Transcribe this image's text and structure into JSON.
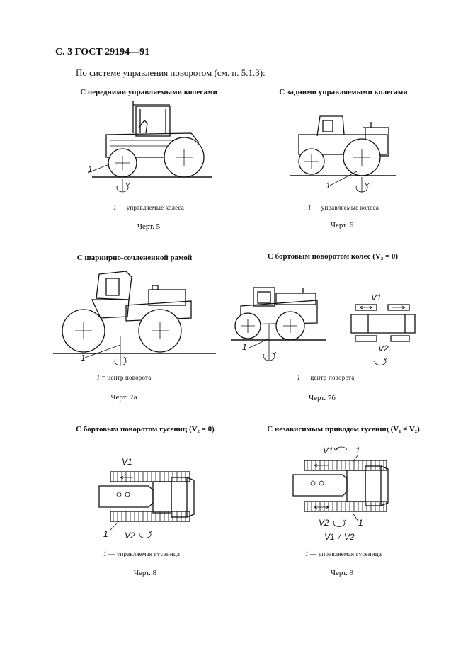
{
  "header": "С. 3 ГОСТ 29194—91",
  "intro": "По системе управления поворотом (см. п. 5.1.3):",
  "figures": [
    {
      "title": "С передними управляемыми колесами",
      "caption_num": "1",
      "caption_text": " — управляемые колеса",
      "chert": "Черт. 5",
      "callout": "1"
    },
    {
      "title": "С задними управляемыми колесами",
      "caption_num": "1",
      "caption_text": " — управляемые колеса",
      "chert": "Черт. 6",
      "callout": "1"
    },
    {
      "title": "С шарнирно-сочлененной рамой",
      "caption_num": "1",
      "caption_text": " = центр поворота",
      "chert": "Черт. 7а",
      "callout": "1"
    },
    {
      "title": "С бортовым поворотом колес (V₂ = 0)",
      "caption_num": "1",
      "caption_text": " — центр поворота",
      "chert": "Черт. 7б",
      "callout": "1",
      "v1": "V1",
      "v2": "V2"
    },
    {
      "title": "С бортовым поворотом гусениц (V₂ = 0)",
      "caption_num": "1",
      "caption_text": " — управляемая гусеница",
      "chert": "Черт. 8",
      "callout": "1",
      "v1": "V1",
      "v2": "V2"
    },
    {
      "title": "С независимым приводом гусениц (V₁ ≠ V₂)",
      "caption_num": "1",
      "caption_text": " — управляемая гусеница",
      "chert": "Черт. 9",
      "callout": "1",
      "v1": "V1",
      "v2": "V2",
      "neq": "V1 ≠ V2"
    }
  ]
}
